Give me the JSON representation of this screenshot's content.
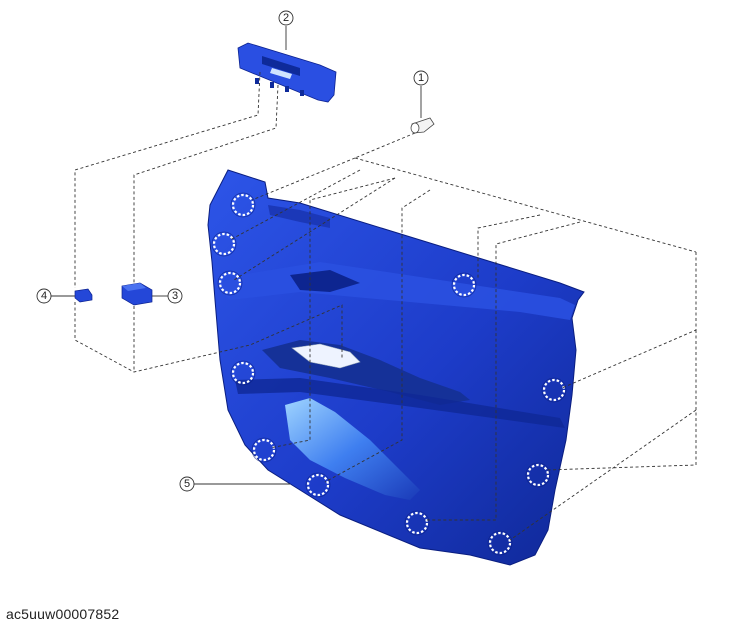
{
  "figure_id": "ac5uuw00007852",
  "callouts": [
    {
      "id": "1",
      "label": "1"
    },
    {
      "id": "2",
      "label": "2"
    },
    {
      "id": "3",
      "label": "3"
    },
    {
      "id": "4",
      "label": "4"
    },
    {
      "id": "5",
      "label": "5"
    }
  ],
  "colors": {
    "part_main": "#1f3fd0",
    "part_dark": "#0e2a9a",
    "part_light": "#5fa8ff",
    "leader": "#333333"
  }
}
